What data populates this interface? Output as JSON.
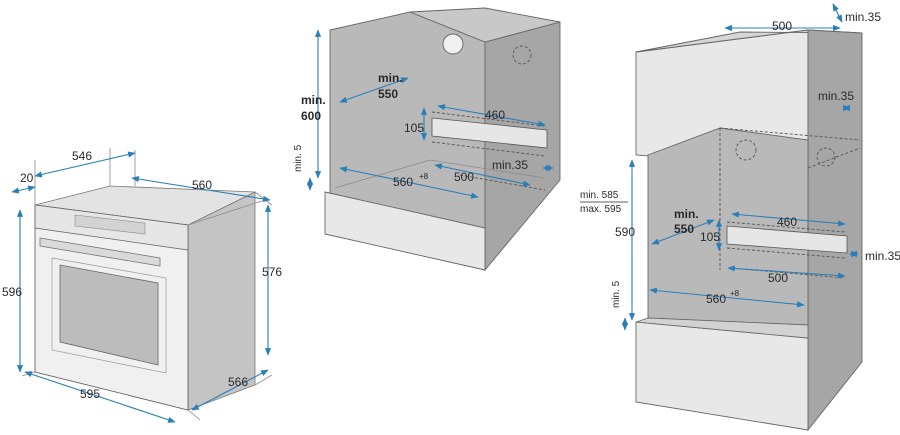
{
  "colors": {
    "dimension_line": "#2b7fb6",
    "cabinet_gray": "#b9b9b9",
    "cabinet_dark": "#a6a6a6",
    "oven_face": "#f0f0f0",
    "oven_side": "#c4c4c4"
  },
  "oven": {
    "width_total": "595",
    "height_total": "596",
    "depth_body": "546",
    "depth_panel": "20",
    "body_width": "560",
    "body_height": "576",
    "depth_total": "566"
  },
  "undercounter": {
    "height_label_top": "min.",
    "height_label_bottom": "600",
    "depth_label_top": "min.",
    "depth_label_bottom": "550",
    "cutout_height": "105",
    "cutout_width": "460",
    "niche_width": "560",
    "niche_width_tolerance": "+8",
    "niche_depth": "500",
    "rear_gap": "min.35",
    "base_gap": "min. 5"
  },
  "column": {
    "top_gap": "min.35",
    "top_depth": "500",
    "side_gap": "min.35",
    "height_min": "min. 585",
    "height_max": "max. 595",
    "height_inner": "590",
    "depth_label_top": "min.",
    "depth_label_bottom": "550",
    "cutout_height": "105",
    "cutout_width": "460",
    "niche_depth": "500",
    "rear_gap": "min.35",
    "niche_width": "560",
    "niche_width_tolerance": "+8",
    "base_gap": "min. 5"
  }
}
